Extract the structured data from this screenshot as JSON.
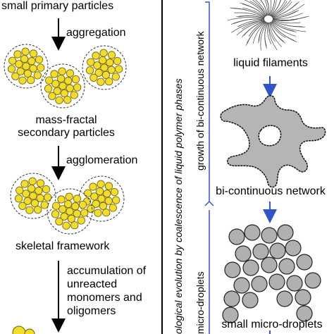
{
  "left_column": {
    "stage1_label": "small primary particles",
    "step1_label": "aggregation",
    "stage2_label_line1": "mass-fractal",
    "stage2_label_line2": "secondary particles",
    "step2_label": "agglomeration",
    "stage3_label": "skeletal framework",
    "step3_line1": "accumulation of",
    "step3_line2": "unreacted",
    "step3_line3": "monomers and",
    "step3_line4": "oligomers"
  },
  "middle_column": {
    "evolution_label": "ological evolution by coalescence of liquid polymer phases",
    "growth_label": "growth of bi-continuous network",
    "microdroplets_label": "micro-droplets"
  },
  "right_column": {
    "stage1_label": "liquid filaments",
    "stage2_label": "bi-continuous network",
    "stage3_label": "small micro-droplets"
  },
  "colors": {
    "particle_fill": "#f2de2a",
    "particle_stroke": "#6a5a00",
    "network_fill": "#b5b5b5",
    "droplet_fill": "#b0b0b0",
    "arrow_blue": "#2f55c8",
    "text": "#000000"
  }
}
